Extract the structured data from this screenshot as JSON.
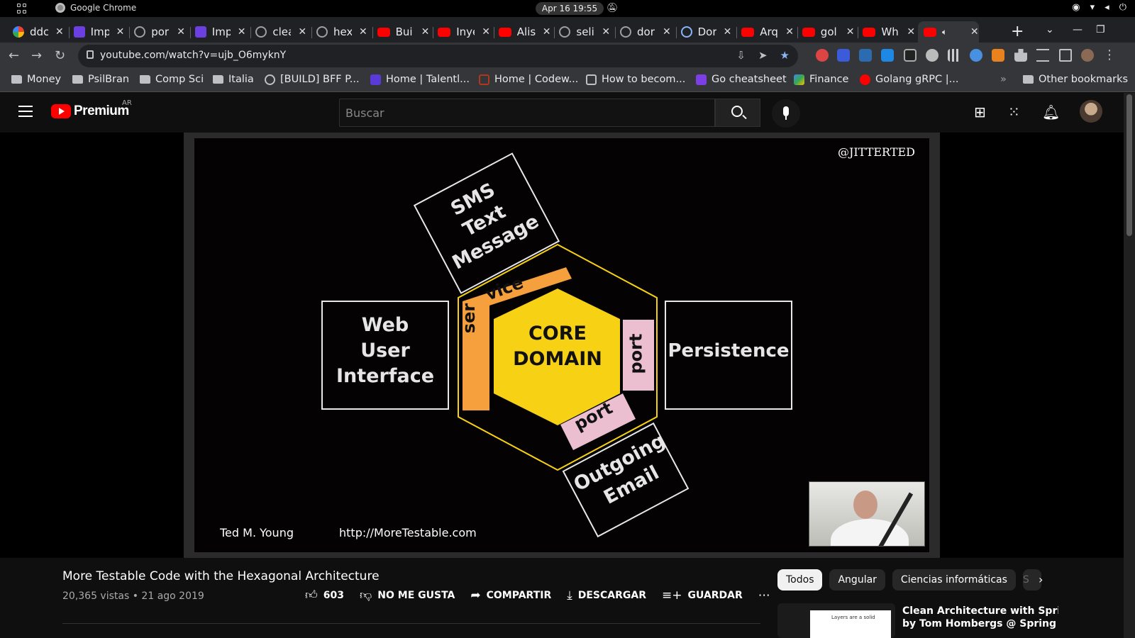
{
  "os": {
    "app_name": "Google Chrome",
    "clock": "Apr 16  19:55"
  },
  "tabs": [
    {
      "label": "ddc",
      "fav": "g"
    },
    {
      "label": "Imp",
      "fav": "y"
    },
    {
      "label": "por",
      "fav": "gh"
    },
    {
      "label": "Imp",
      "fav": "y"
    },
    {
      "label": "clea",
      "fav": "gh"
    },
    {
      "label": "hex",
      "fav": "gh"
    },
    {
      "label": "Bui",
      "fav": "yt"
    },
    {
      "label": "Inye",
      "fav": "yt"
    },
    {
      "label": "Alis",
      "fav": "yt"
    },
    {
      "label": "seli",
      "fav": "gh"
    },
    {
      "label": "dor",
      "fav": "gh"
    },
    {
      "label": "Dor",
      "fav": "q"
    },
    {
      "label": "Arq",
      "fav": "yt"
    },
    {
      "label": "gol",
      "fav": "yt"
    },
    {
      "label": "Wh",
      "fav": "yt"
    },
    {
      "label": "",
      "fav": "yt",
      "active": true
    }
  ],
  "address": {
    "url": "youtube.com/watch?v=ujb_O6myknY"
  },
  "bookmarks": {
    "items": [
      "Money",
      "PsilBran",
      "Comp Sci",
      "Italia",
      "[BUILD] BFF P...",
      "Home | Talentl...",
      "Home | Codew...",
      "How to becom...",
      "Go cheatsheet",
      "Finance",
      "Golang gRPC |..."
    ],
    "overflow": "»",
    "other": "Other bookmarks"
  },
  "youtube": {
    "logo_text": "Premium",
    "country": "AR",
    "search_placeholder": "Buscar"
  },
  "slide": {
    "handle": "@JITTERTED",
    "sms": [
      "SMS",
      "Text",
      "Message"
    ],
    "web": [
      "Web",
      "User",
      "Interface"
    ],
    "core": [
      "CORE",
      "DOMAIN"
    ],
    "service": [
      "ser",
      "vice"
    ],
    "port_right": "port",
    "port_bottom": "port",
    "persistence": "Persistence",
    "email": [
      "Outgoing",
      "Email"
    ],
    "author": "Ted M. Young",
    "site": "http://MoreTestable.com"
  },
  "video": {
    "title": "More Testable Code with the Hexagonal Architecture",
    "views": "20,365 vistas • 21 ago 2019",
    "likes": "603",
    "dislike": "NO ME GUSTA",
    "share": "COMPARTIR",
    "download": "DESCARGAR",
    "save": "GUARDAR"
  },
  "chips": [
    "Todos",
    "Angular",
    "Ciencias informáticas",
    "S"
  ],
  "recommendation": {
    "title_line1": "Clean Architecture with Spring",
    "title_line2": "by Tom Hombergs @ Spring I/...",
    "thumb_text": "Layers are a solid"
  },
  "colors": {
    "yellow": "#f7d113",
    "orange": "#f5a03c",
    "pink": "#ecbfd0",
    "yt_red": "#ff0000"
  }
}
